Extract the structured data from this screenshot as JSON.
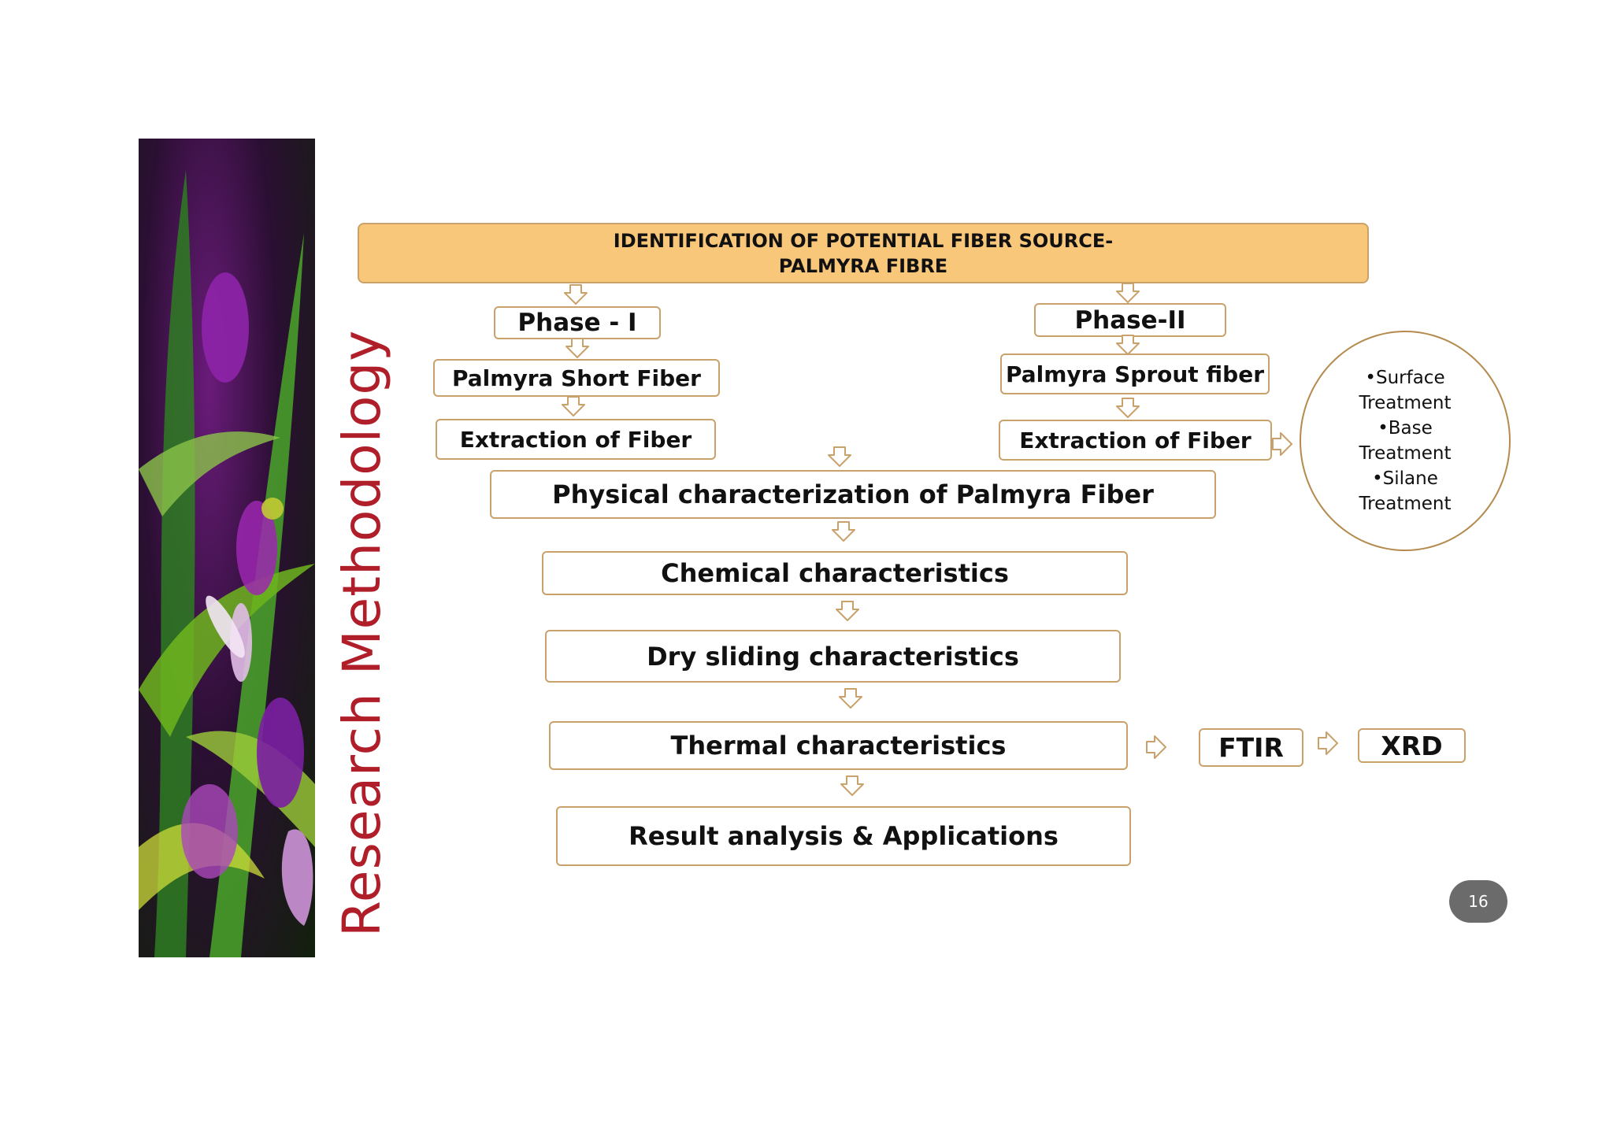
{
  "slide": {
    "title": "Research Methodology",
    "page_number": "16"
  },
  "flow": {
    "top": {
      "line1": "IDENTIFICATION OF POTENTIAL FIBER SOURCE-",
      "line2": "PALMYRA FIBRE"
    },
    "phase1": {
      "label": "Phase - I",
      "fiber": "Palmyra Short  Fiber",
      "extraction": "Extraction of Fiber"
    },
    "phase2": {
      "label": "Phase-II",
      "fiber": "Palmyra Sprout fiber",
      "extraction": "Extraction of Fiber"
    },
    "treatments": [
      "•Surface",
      "Treatment",
      "•Base",
      "Treatment",
      "•Silane",
      "Treatment"
    ],
    "physical": "Physical characterization of Palmyra Fiber",
    "chemical": "Chemical characteristics",
    "dry_sliding": "Dry sliding characteristics",
    "thermal": "Thermal characteristics",
    "ftir": "FTIR",
    "xrd": "XRD",
    "result": "Result analysis & Applications"
  },
  "colors": {
    "header_fill": "#f8c77a",
    "box_border": "#c9a16a",
    "title_red": "#b01e2a",
    "arrow": "#c9a16a"
  }
}
